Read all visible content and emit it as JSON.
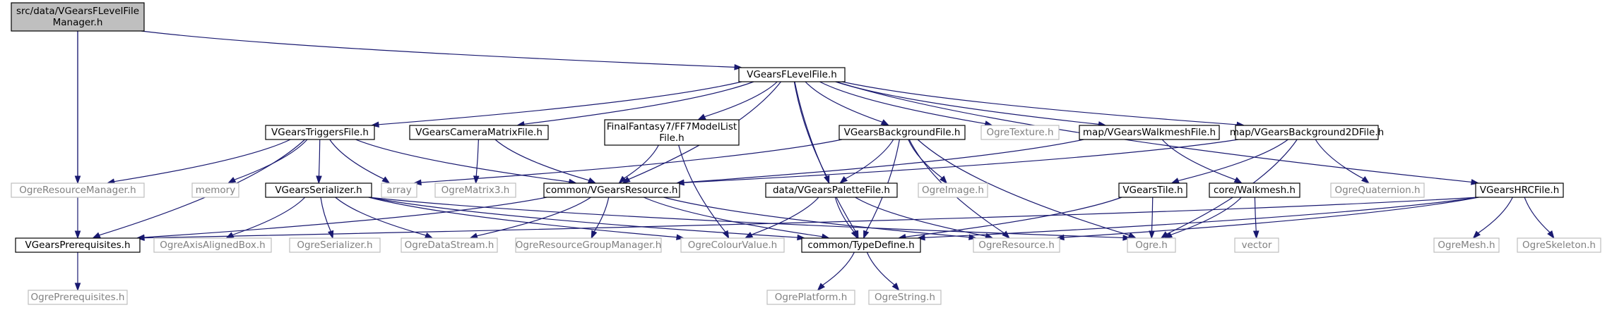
{
  "colors": {
    "edge": "#191970",
    "box_border": "#000000",
    "box_border_muted": "#bfbfbf",
    "text": "#000000",
    "text_muted": "#808080",
    "root_fill": "#bfbfbf",
    "box_fill": "#ffffff"
  },
  "nodes": [
    {
      "id": "root",
      "lines": [
        "src/data/VGearsFLevelFile",
        "Manager.h"
      ],
      "kind": "root"
    },
    {
      "id": "vgflevel",
      "lines": [
        "VGearsFLevelFile.h"
      ],
      "kind": "doc"
    },
    {
      "id": "triggers",
      "lines": [
        "VGearsTriggersFile.h"
      ],
      "kind": "doc"
    },
    {
      "id": "cammatrix",
      "lines": [
        "VGearsCameraMatrixFile.h"
      ],
      "kind": "doc"
    },
    {
      "id": "ff7model",
      "lines": [
        "FinalFantasy7/FF7ModelList",
        "File.h"
      ],
      "kind": "doc"
    },
    {
      "id": "bgfile",
      "lines": [
        "VGearsBackgroundFile.h"
      ],
      "kind": "doc"
    },
    {
      "id": "ogretexture",
      "lines": [
        "OgreTexture.h"
      ],
      "kind": "ext"
    },
    {
      "id": "walkmeshfile",
      "lines": [
        "map/VGearsWalkmeshFile.h"
      ],
      "kind": "doc"
    },
    {
      "id": "bg2d",
      "lines": [
        "map/VGearsBackground2DFile.h"
      ],
      "kind": "doc"
    },
    {
      "id": "hrc",
      "lines": [
        "VGearsHRCFile.h"
      ],
      "kind": "doc"
    },
    {
      "id": "ogreresmgr",
      "lines": [
        "OgreResourceManager.h"
      ],
      "kind": "ext"
    },
    {
      "id": "memory",
      "lines": [
        "memory"
      ],
      "kind": "ext"
    },
    {
      "id": "serializer",
      "lines": [
        "VGearsSerializer.h"
      ],
      "kind": "doc"
    },
    {
      "id": "array",
      "lines": [
        "array"
      ],
      "kind": "ext"
    },
    {
      "id": "ogrematrix3",
      "lines": [
        "OgreMatrix3.h"
      ],
      "kind": "ext"
    },
    {
      "id": "vgresource",
      "lines": [
        "common/VGearsResource.h"
      ],
      "kind": "doc"
    },
    {
      "id": "palette",
      "lines": [
        "data/VGearsPaletteFile.h"
      ],
      "kind": "doc"
    },
    {
      "id": "ogreimage",
      "lines": [
        "OgreImage.h"
      ],
      "kind": "ext"
    },
    {
      "id": "tile",
      "lines": [
        "VGearsTile.h"
      ],
      "kind": "doc"
    },
    {
      "id": "walkmesh",
      "lines": [
        "core/Walkmesh.h"
      ],
      "kind": "doc"
    },
    {
      "id": "ogrequat",
      "lines": [
        "OgreQuaternion.h"
      ],
      "kind": "ext"
    },
    {
      "id": "prereq",
      "lines": [
        "VGearsPrerequisites.h"
      ],
      "kind": "doc"
    },
    {
      "id": "ogreaabb",
      "lines": [
        "OgreAxisAlignedBox.h"
      ],
      "kind": "ext"
    },
    {
      "id": "ogreserializer",
      "lines": [
        "OgreSerializer.h"
      ],
      "kind": "ext"
    },
    {
      "id": "ogredatastream",
      "lines": [
        "OgreDataStream.h"
      ],
      "kind": "ext"
    },
    {
      "id": "ogrergm",
      "lines": [
        "OgreResourceGroupManager.h"
      ],
      "kind": "ext"
    },
    {
      "id": "ogrecolour",
      "lines": [
        "OgreColourValue.h"
      ],
      "kind": "ext"
    },
    {
      "id": "typedefine",
      "lines": [
        "common/TypeDefine.h"
      ],
      "kind": "doc"
    },
    {
      "id": "ogreresource",
      "lines": [
        "OgreResource.h"
      ],
      "kind": "ext"
    },
    {
      "id": "ogreh",
      "lines": [
        "Ogre.h"
      ],
      "kind": "ext"
    },
    {
      "id": "vector",
      "lines": [
        "vector"
      ],
      "kind": "ext"
    },
    {
      "id": "ogremesh",
      "lines": [
        "OgreMesh.h"
      ],
      "kind": "ext"
    },
    {
      "id": "ogreskeleton",
      "lines": [
        "OgreSkeleton.h"
      ],
      "kind": "ext"
    },
    {
      "id": "ogreprereq",
      "lines": [
        "OgrePrerequisites.h"
      ],
      "kind": "ext"
    },
    {
      "id": "ogreplatform",
      "lines": [
        "OgrePlatform.h"
      ],
      "kind": "ext"
    },
    {
      "id": "ogrestring",
      "lines": [
        "OgreString.h"
      ],
      "kind": "ext"
    }
  ],
  "edges": [
    [
      "root",
      "vgflevel"
    ],
    [
      "root",
      "ogreresmgr"
    ],
    [
      "root",
      "prereq"
    ],
    [
      "vgflevel",
      "triggers"
    ],
    [
      "vgflevel",
      "cammatrix"
    ],
    [
      "vgflevel",
      "ff7model"
    ],
    [
      "vgflevel",
      "vgresource"
    ],
    [
      "vgflevel",
      "bgfile"
    ],
    [
      "vgflevel",
      "ogretexture"
    ],
    [
      "vgflevel",
      "walkmeshfile"
    ],
    [
      "vgflevel",
      "bg2d"
    ],
    [
      "vgflevel",
      "hrc"
    ],
    [
      "vgflevel",
      "palette"
    ],
    [
      "vgflevel",
      "typedefine"
    ],
    [
      "triggers",
      "ogreresmgr"
    ],
    [
      "triggers",
      "memory"
    ],
    [
      "triggers",
      "serializer"
    ],
    [
      "triggers",
      "array"
    ],
    [
      "triggers",
      "vgresource"
    ],
    [
      "triggers",
      "prereq"
    ],
    [
      "cammatrix",
      "ogrematrix3"
    ],
    [
      "cammatrix",
      "vgresource"
    ],
    [
      "ff7model",
      "vgresource"
    ],
    [
      "ff7model",
      "ogrecolour"
    ],
    [
      "bgfile",
      "array"
    ],
    [
      "bgfile",
      "palette"
    ],
    [
      "bgfile",
      "ogreimage"
    ],
    [
      "bgfile",
      "ogreresource"
    ],
    [
      "bgfile",
      "typedefine"
    ],
    [
      "bgfile",
      "ogreh"
    ],
    [
      "walkmeshfile",
      "vgresource"
    ],
    [
      "walkmeshfile",
      "walkmesh"
    ],
    [
      "bg2d",
      "vgresource"
    ],
    [
      "bg2d",
      "tile"
    ],
    [
      "bg2d",
      "ogrequat"
    ],
    [
      "bg2d",
      "ogreh"
    ],
    [
      "hrc",
      "typedefine"
    ],
    [
      "hrc",
      "ogreresource"
    ],
    [
      "hrc",
      "ogremesh"
    ],
    [
      "hrc",
      "ogreskeleton"
    ],
    [
      "hrc",
      "prereq"
    ],
    [
      "serializer",
      "ogreaabb"
    ],
    [
      "serializer",
      "ogreserializer"
    ],
    [
      "serializer",
      "ogredatastream"
    ],
    [
      "serializer",
      "ogrecolour"
    ],
    [
      "serializer",
      "typedefine"
    ],
    [
      "serializer",
      "ogreh"
    ],
    [
      "vgresource",
      "prereq"
    ],
    [
      "vgresource",
      "ogredatastream"
    ],
    [
      "vgresource",
      "ogrergm"
    ],
    [
      "vgresource",
      "typedefine"
    ],
    [
      "vgresource",
      "ogreresource"
    ],
    [
      "palette",
      "ogrecolour"
    ],
    [
      "palette",
      "typedefine"
    ],
    [
      "palette",
      "ogreresource"
    ],
    [
      "tile",
      "typedefine"
    ],
    [
      "tile",
      "ogreh"
    ],
    [
      "walkmesh",
      "ogreh"
    ],
    [
      "walkmesh",
      "vector"
    ],
    [
      "prereq",
      "ogreprereq"
    ],
    [
      "typedefine",
      "ogreplatform"
    ],
    [
      "typedefine",
      "ogrestring"
    ]
  ]
}
